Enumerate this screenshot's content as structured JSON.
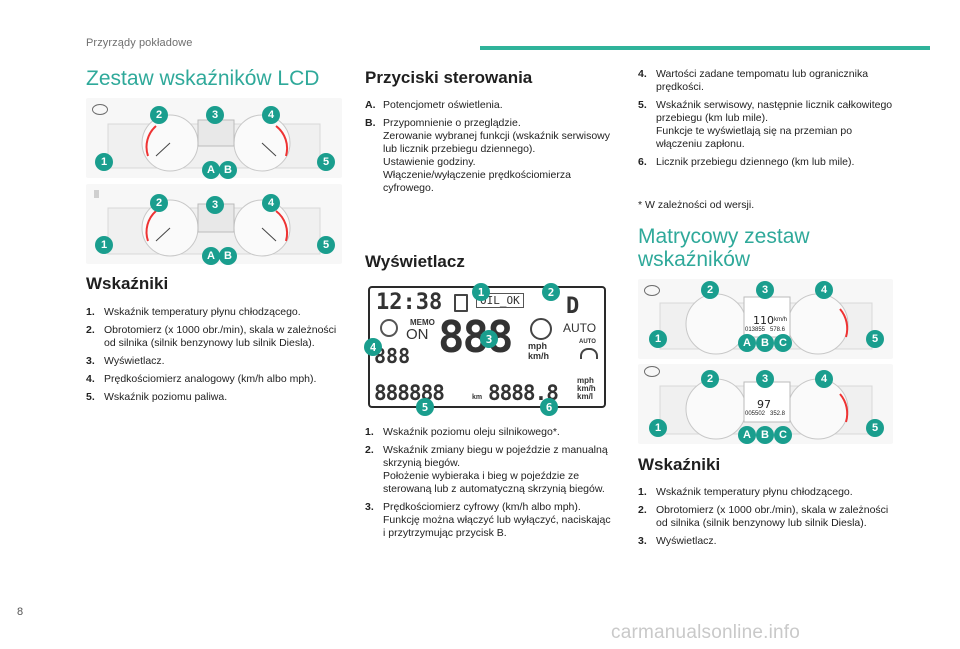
{
  "colors": {
    "accent": "#2fb39a",
    "badge": "#1a9e8e",
    "heading_light": "#2fa99a",
    "lcd_border": "#2a2a2a"
  },
  "header": {
    "section": "Przyrządy pokładowe"
  },
  "left": {
    "title": "Zestaw wskaźników LCD",
    "indicators_title": "Wskaźniki",
    "indicators": [
      {
        "n": "1.",
        "text": "Wskaźnik temperatury płynu chłodzącego."
      },
      {
        "n": "2.",
        "text": "Obrotomierz (x 1000 obr./min), skala w zależności od silnika (silnik benzynowy lub silnik Diesla)."
      },
      {
        "n": "3.",
        "text": "Wyświetlacz."
      },
      {
        "n": "4.",
        "text": "Prędkościomierz analogowy (km/h albo mph)."
      },
      {
        "n": "5.",
        "text": "Wskaźnik poziomu paliwa."
      }
    ],
    "cluster1_badges": [
      "1",
      "2",
      "3",
      "4",
      "5",
      "A",
      "B"
    ],
    "cluster2_badges": [
      "1",
      "2",
      "3",
      "4",
      "5",
      "A",
      "B"
    ]
  },
  "middle": {
    "controls_title": "Przyciski sterowania",
    "controls": [
      {
        "n": "A.",
        "text": "Potencjometr oświetlenia."
      },
      {
        "n": "B.",
        "text": "Przypomnienie o przeglądzie.\nZerowanie wybranej funkcji (wskaźnik serwisowy lub licznik przebiegu dziennego).\nUstawienie godziny.\nWłączenie/wyłączenie prędkościomierza cyfrowego."
      }
    ],
    "display_title": "Wyświetlacz",
    "lcd": {
      "clock": "12:38",
      "oil": "OIL_OK",
      "memo": "MEMO",
      "on": "ON",
      "auto": "AUTO",
      "auto_small": "AUTO",
      "gear_big": "D",
      "speed": "888",
      "mph_kmh": "mph\nkm/h",
      "small_digits": "888",
      "odo": "888888",
      "km": "km",
      "trip": "8888.8",
      "units": "mph\nkm/h\nkm/l",
      "badges": [
        "1",
        "2",
        "3",
        "4",
        "5",
        "6"
      ]
    },
    "display_items": [
      {
        "n": "1.",
        "text": "Wskaźnik poziomu oleju silnikowego*."
      },
      {
        "n": "2.",
        "text": "Wskaźnik zmiany biegu w pojeździe z manualną skrzynią biegów.\nPołożenie wybieraka i bieg w pojeździe ze sterowaną lub z automatyczną skrzynią biegów."
      },
      {
        "n": "3.",
        "text": "Prędkościomierz cyfrowy (km/h albo mph). Funkcję można włączyć lub wyłączyć, naciskając i przytrzymując przycisk B."
      }
    ]
  },
  "right": {
    "items": [
      {
        "n": "4.",
        "text": "Wartości zadane tempomatu lub ogranicznika prędkości."
      },
      {
        "n": "5.",
        "text": "Wskaźnik serwisowy, następnie licznik całkowitego przebiegu (km lub mile).\nFunkcje te wyświetlają się na przemian po włączeniu zapłonu."
      },
      {
        "n": "6.",
        "text": "Licznik przebiegu dziennego (km lub mile)."
      }
    ],
    "footnote": "*  W zależności od wersji.",
    "matrix_title": "Matrycowy zestaw wskaźników",
    "matrix_display1": {
      "speed": "110",
      "speed_unit": "km/h",
      "odo": "013855",
      "trip": "578.6"
    },
    "matrix_display2": {
      "speed": "97",
      "odo": "005502",
      "trip": "352.8"
    },
    "cluster1_badges": [
      "1",
      "2",
      "3",
      "4",
      "5",
      "A",
      "B",
      "C"
    ],
    "cluster2_badges": [
      "1",
      "2",
      "3",
      "4",
      "5",
      "A",
      "B",
      "C"
    ],
    "indicators_title": "Wskaźniki",
    "indicators": [
      {
        "n": "1.",
        "text": "Wskaźnik temperatury płynu chłodzącego."
      },
      {
        "n": "2.",
        "text": "Obrotomierz (x 1000 obr./min), skala w zależności od silnika (silnik benzynowy lub silnik Diesla)."
      },
      {
        "n": "3.",
        "text": "Wyświetlacz."
      }
    ]
  },
  "footer": {
    "page": "8",
    "watermark": "carmanualsonline.info"
  }
}
